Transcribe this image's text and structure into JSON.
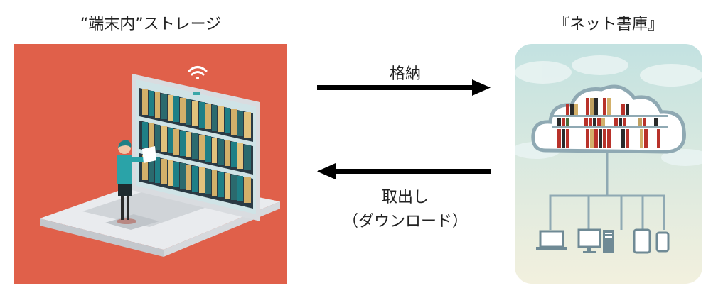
{
  "left": {
    "title": "“端末内”ストレージ"
  },
  "right": {
    "title": "『ネット書庫』"
  },
  "arrows": {
    "store_label": "格納",
    "fetch_label_line1": "取出し",
    "fetch_label_line2": "（ダウンロード）"
  },
  "colors": {
    "left_bg": "#e0604a",
    "arrow": "#000000",
    "shelf_teal": "#1f7f86",
    "shelf_tan": "#d3b06a",
    "book_red": "#b8322a"
  },
  "icons": [
    "wifi-icon",
    "laptop-icon",
    "cloud-icon",
    "monitor-icon",
    "tower-icon",
    "tablet-icon",
    "phone-icon"
  ]
}
